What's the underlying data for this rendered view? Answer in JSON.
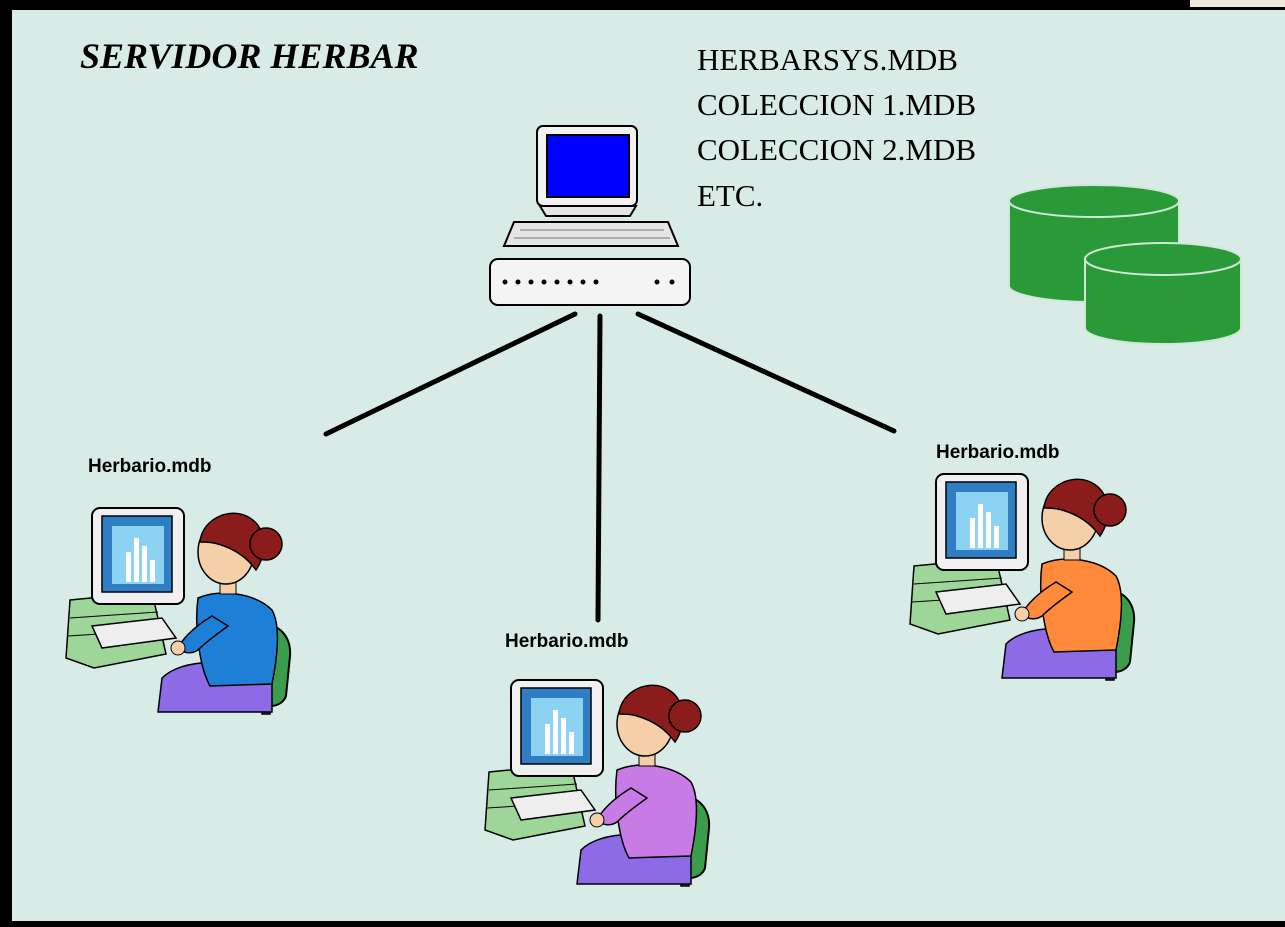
{
  "diagram": {
    "server_title": "SERVIDOR HERBAR",
    "server_files": [
      "HERBARSYS.MDB",
      "COLECCION 1.MDB",
      "COLECCION 2.MDB",
      "ETC."
    ],
    "clients": [
      {
        "label": "Herbario.mdb",
        "shirt_color": "#1e7fd6"
      },
      {
        "label": "Herbario.mdb",
        "shirt_color": "#c87be6"
      },
      {
        "label": "Herbario.mdb",
        "shirt_color": "#ff8a3c"
      }
    ],
    "colors": {
      "background": "#d9ebe6",
      "frame": "#000000",
      "database": "#2a9a38",
      "screen": "#0000ff",
      "connection": "#000000"
    }
  }
}
